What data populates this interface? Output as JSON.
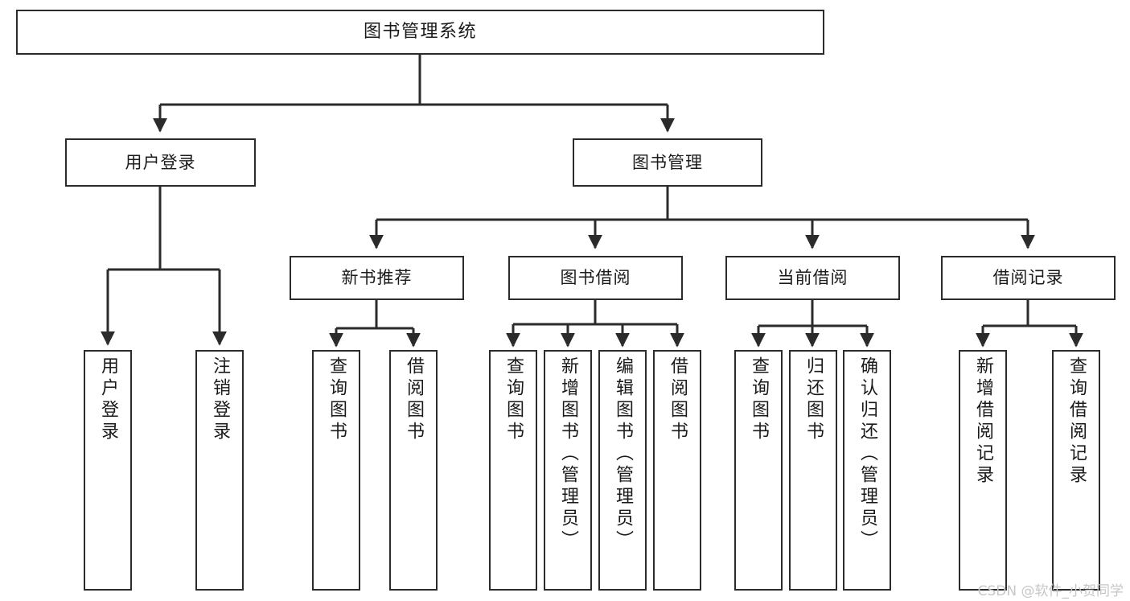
{
  "diagram": {
    "type": "tree",
    "title": "图书管理系统",
    "orientation": "top-down",
    "line_color": "#2b2b2b",
    "box_fill": "#ffffff",
    "text_color": "#1a1a1a",
    "nodes": {
      "root": {
        "label": "图书管理系统"
      },
      "user_login": {
        "label": "用户登录"
      },
      "book_manage": {
        "label": "图书管理"
      },
      "new_book_rec": {
        "label": "新书推荐"
      },
      "book_borrow": {
        "label": "图书借阅"
      },
      "current_borrow": {
        "label": "当前借阅"
      },
      "borrow_record": {
        "label": "借阅记录"
      },
      "leaf_user_login": {
        "label": "用户登录"
      },
      "leaf_user_logout": {
        "label": "注销登录"
      },
      "leaf_query_book_1": {
        "label": "查询图书"
      },
      "leaf_borrow_book_1": {
        "label": "借阅图书"
      },
      "leaf_query_book_2": {
        "label": "查询图书"
      },
      "leaf_add_book": {
        "label": "新增图书（管理员）"
      },
      "leaf_edit_book": {
        "label": "编辑图书（管理员）"
      },
      "leaf_borrow_book_2": {
        "label": "借阅图书"
      },
      "leaf_query_book_3": {
        "label": "查询图书"
      },
      "leaf_return_book": {
        "label": "归还图书"
      },
      "leaf_confirm_return": {
        "label": "确认归还（管理员）"
      },
      "leaf_add_record": {
        "label": "新增借阅记录"
      },
      "leaf_query_record": {
        "label": "查询借阅记录"
      }
    },
    "edges": [
      {
        "from": "root",
        "to": "user_login"
      },
      {
        "from": "root",
        "to": "book_manage"
      },
      {
        "from": "user_login",
        "to": "leaf_user_login"
      },
      {
        "from": "user_login",
        "to": "leaf_user_logout"
      },
      {
        "from": "book_manage",
        "to": "new_book_rec"
      },
      {
        "from": "book_manage",
        "to": "book_borrow"
      },
      {
        "from": "book_manage",
        "to": "current_borrow"
      },
      {
        "from": "book_manage",
        "to": "borrow_record"
      },
      {
        "from": "new_book_rec",
        "to": "leaf_query_book_1"
      },
      {
        "from": "new_book_rec",
        "to": "leaf_borrow_book_1"
      },
      {
        "from": "book_borrow",
        "to": "leaf_query_book_2"
      },
      {
        "from": "book_borrow",
        "to": "leaf_add_book"
      },
      {
        "from": "book_borrow",
        "to": "leaf_edit_book"
      },
      {
        "from": "book_borrow",
        "to": "leaf_borrow_book_2"
      },
      {
        "from": "current_borrow",
        "to": "leaf_query_book_3"
      },
      {
        "from": "current_borrow",
        "to": "leaf_return_book"
      },
      {
        "from": "current_borrow",
        "to": "leaf_confirm_return"
      },
      {
        "from": "borrow_record",
        "to": "leaf_add_record"
      },
      {
        "from": "borrow_record",
        "to": "leaf_query_record"
      }
    ]
  },
  "watermark": {
    "text": "CSDN @软件_小贺同学"
  }
}
